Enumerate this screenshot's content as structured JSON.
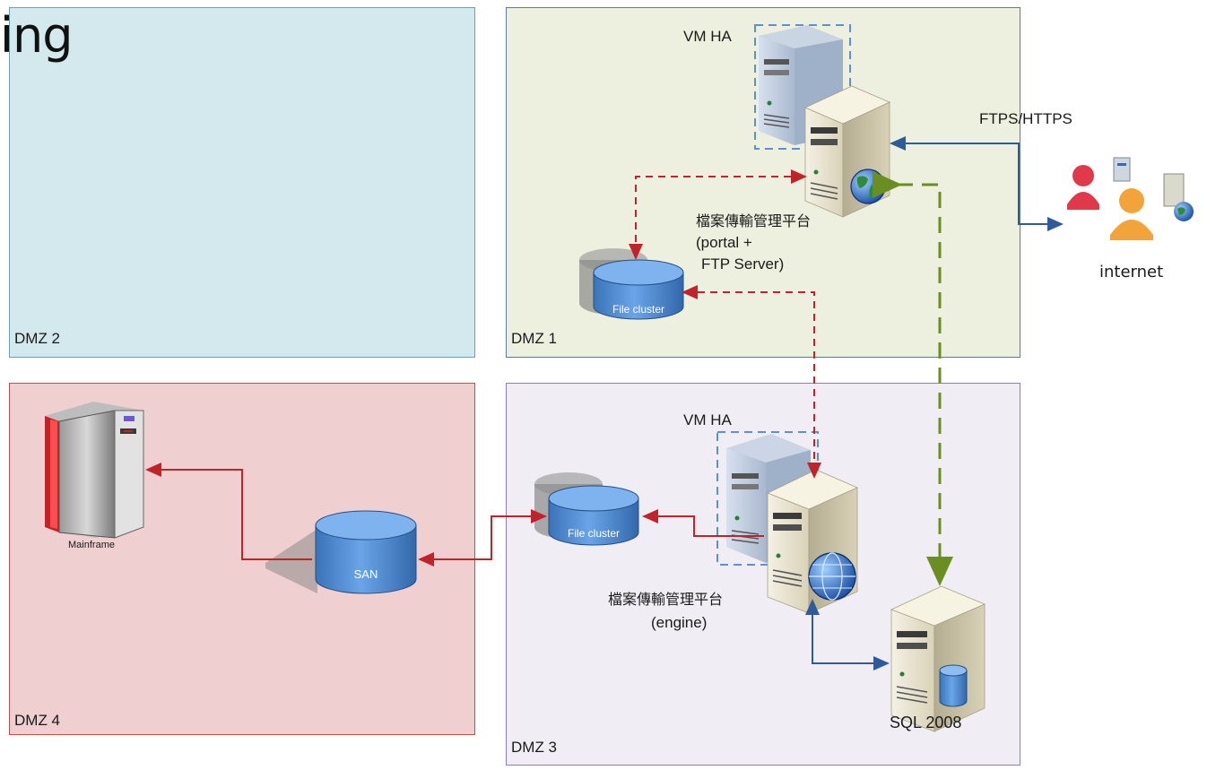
{
  "title_fragment": "ing",
  "zones": {
    "dmz1": "DMZ 1",
    "dmz2": "DMZ 2",
    "dmz3": "DMZ 3",
    "dmz4": "DMZ 4"
  },
  "labels": {
    "vm_ha_top": "VM HA",
    "vm_ha_bottom": "VM HA",
    "protocol": "FTPS/HTTPS",
    "internet": "internet",
    "portal_line1": "檔案傳輸管理平台",
    "portal_line2": "(portal +",
    "portal_line3": "FTP Server)",
    "engine_line1": "檔案傳輸管理平台",
    "engine_line2": "(engine)",
    "file_cluster_top": "File cluster",
    "file_cluster_bottom": "File cluster",
    "san": "SAN",
    "mainframe": "Mainframe",
    "sql": "SQL 2008"
  },
  "colors": {
    "dmz1_fill": "#eef0df",
    "dmz1_border": "#5b7aa8",
    "dmz2_fill": "#d3e9ee",
    "dmz2_border": "#6a9fb5",
    "dmz3_fill": "#f0eef4",
    "dmz3_border": "#8f7fb0",
    "dmz4_fill": "#efcfcf",
    "dmz4_border": "#c94a4a",
    "link_red": "#c0242a",
    "link_blue": "#2f5b9a",
    "link_green": "#6b8e23",
    "vm_ha_dash": "#5b8fd9",
    "cylinder_blue": "#4a86d0"
  },
  "icons": {
    "server": "tower-server-icon",
    "globe": "globe-icon",
    "database": "database-cylinder-icon",
    "mainframe": "mainframe-cabinet-icon",
    "users": "internet-users-icon"
  }
}
